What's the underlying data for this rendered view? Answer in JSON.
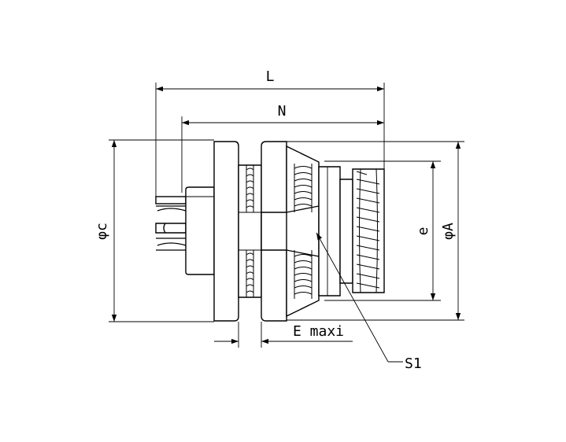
{
  "diagram": {
    "labels": {
      "L": "L",
      "N": "N",
      "phi_c": "φc",
      "e": "e",
      "phi_A": "φA",
      "E_maxi": "E maxi",
      "S1": "S1"
    },
    "line_color": "#000000",
    "background": "#ffffff"
  }
}
